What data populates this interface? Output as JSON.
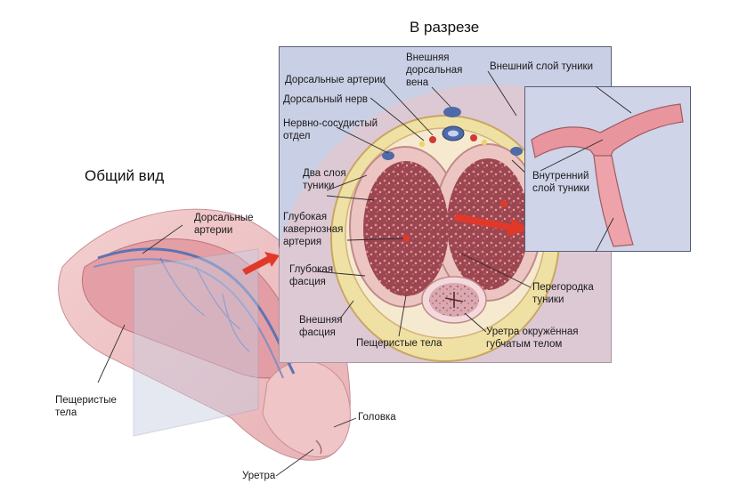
{
  "titles": {
    "section": "В разрезе",
    "overview": "Общий вид"
  },
  "labels": {
    "dorsal_arteries_section": "Дорсальные артерии",
    "dorsal_nerve": "Дорсальный нерв",
    "neurovascular": "Нервно-сосудистый\nотдел",
    "dorsal_vein": "Внешняя\nдорсальная\nвена",
    "outer_layer": "Внешний слой туники",
    "two_layers": "Два слоя\nтуники",
    "deep_cavernous_artery": "Глубокая\nкавернозная\nартерия",
    "deep_fascia": "Глубокая\nфасция",
    "outer_fascia": "Внешняя\nфасция",
    "cavernous_bodies_section": "Пещеристые тела",
    "inner_layer": "Внутренний\nслой туники",
    "septum": "Перегородка\nтуники",
    "urethra_spongy": "Уретра окружённая\nгубчатым телом",
    "dorsal_arteries_overview": "Дорсальные\nартерии",
    "cavernous_bodies_overview": "Пещеристые\nтела",
    "glans": "Головка",
    "urethra": "Уретра"
  },
  "colors": {
    "panel_bg": "#c9cfe4",
    "tissue_pink": "#e8a9b0",
    "cavernous_dark": "#8e3a44",
    "tunica": "#e7c7c2",
    "fat_yellow": "#f0e1a6",
    "vein_blue": "#4e6aa8",
    "arrow_red": "#e0392a"
  }
}
